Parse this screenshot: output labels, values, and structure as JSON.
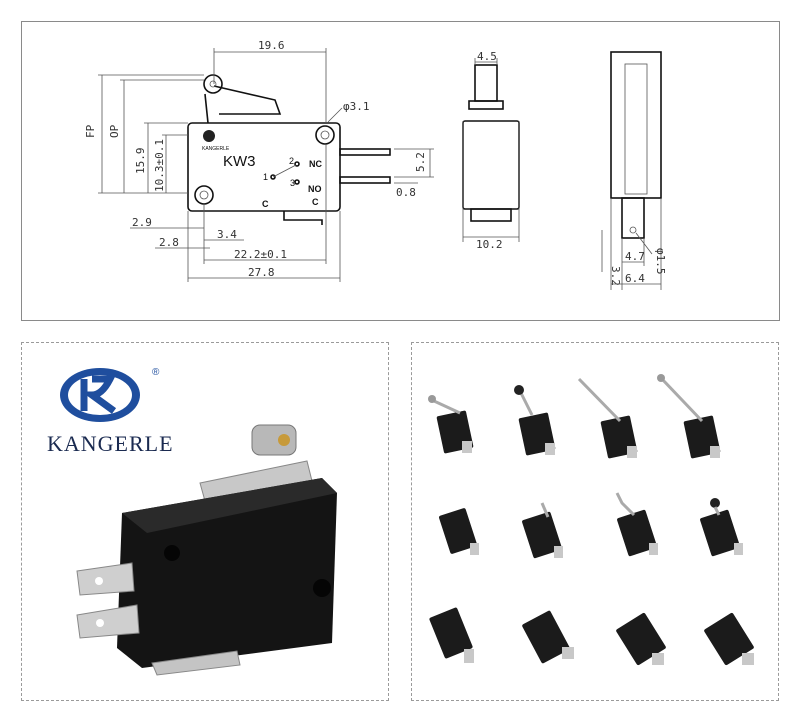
{
  "drawing": {
    "dims": {
      "lever_length": "19.6",
      "hole_dia": "φ3.1",
      "fp": "FP",
      "op": "OP",
      "height_15_9": "15.9",
      "height_10_3": "10.3±0.1",
      "terminal_5_2": "5.2",
      "terminal_0_8": "0.8",
      "d_2_9": "2.9",
      "d_2_8": "2.8",
      "d_3_4": "3.4",
      "d_22_2": "22.2±0.1",
      "d_27_8": "27.8",
      "side_4_5": "4.5",
      "side_10_2": "10.2",
      "end_3_2": "3.2",
      "end_4_7": "4.7",
      "end_6_4": "6.4",
      "end_hole": "φ1.5"
    },
    "model": "KW3",
    "pins": {
      "nc": "NC",
      "no": "NO",
      "p1": "1",
      "p2": "2",
      "p3": "3",
      "c_left": "C",
      "c_right": "C"
    },
    "small_logo_text": "KANGERLE"
  },
  "product": {
    "brand_name": "KANGERLE",
    "registered_mark": "®",
    "brand_color": "#1f4e9e"
  },
  "variants": {
    "rows": [
      [
        "short-roller-lever",
        "roller-lever",
        "long-lever",
        "long-roller-lever"
      ],
      [
        "pin-plunger",
        "short-lever",
        "simulated-roller-lever",
        "roller-lever-small"
      ],
      [
        "pin-plunger-angled",
        "short-lever-angled",
        "short-plunger-angled",
        "short-plunger-angled-2"
      ]
    ]
  }
}
